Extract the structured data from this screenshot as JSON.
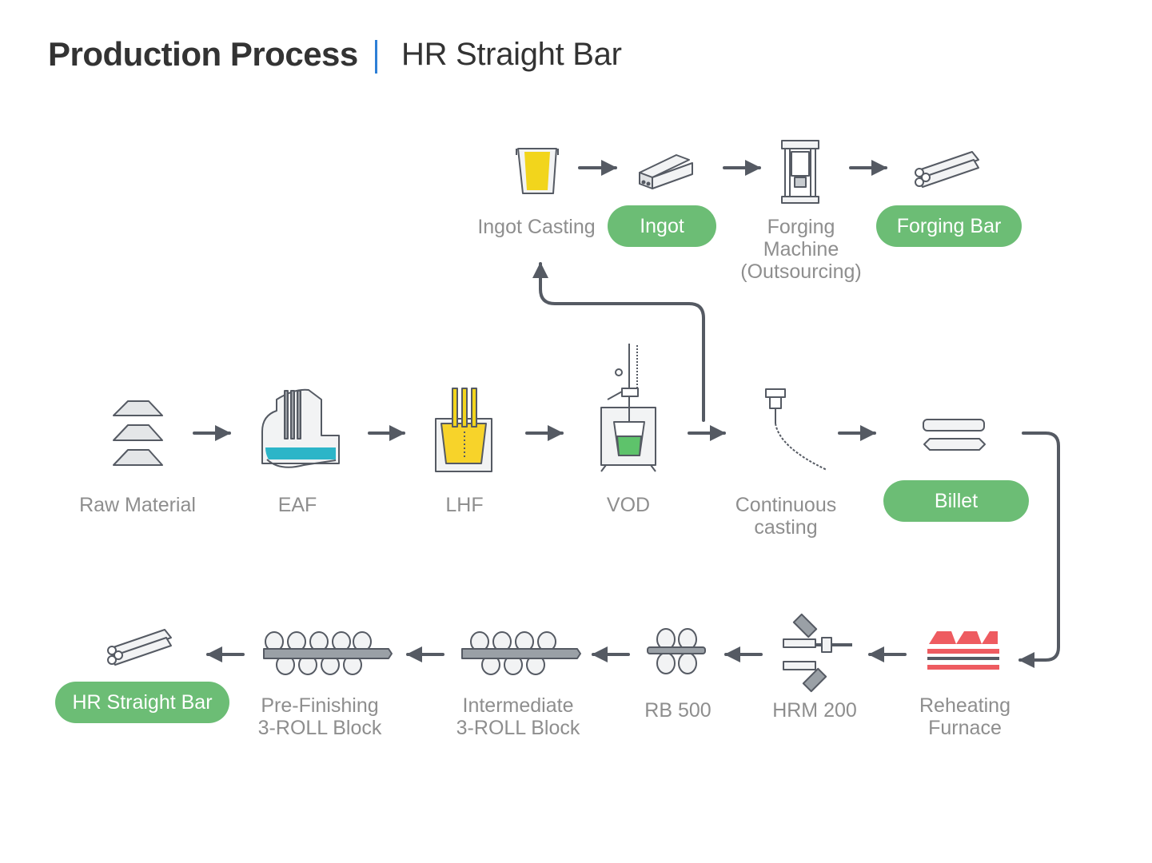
{
  "header": {
    "title": "Production Process",
    "subtitle": "HR Straight Bar"
  },
  "colors": {
    "accent_green": "#6cbd75",
    "divider_blue": "#2e7fd6",
    "arrow_gray": "#555a63",
    "label_gray": "#8e8e8e",
    "molten_yellow": "#f2d51c",
    "steel_blue": "#2cb5c8",
    "furnace_red": "#ee5b60",
    "vod_green": "#5ec36b"
  },
  "steps": {
    "raw_material": {
      "label": "Raw Material",
      "icon": "raw-material-piles-icon"
    },
    "eaf": {
      "label": "EAF",
      "icon": "electric-arc-furnace-icon"
    },
    "lhf": {
      "label": "LHF",
      "icon": "ladle-furnace-icon"
    },
    "vod": {
      "label": "VOD",
      "icon": "vacuum-oxygen-decarburization-icon"
    },
    "continuous_casting": {
      "label_line1": "Continuous",
      "label_line2": "casting",
      "icon": "continuous-caster-icon"
    },
    "billet": {
      "label": "Billet",
      "icon": "billet-bars-icon"
    },
    "ingot_casting": {
      "label": "Ingot Casting",
      "icon": "ingot-mold-icon"
    },
    "ingot": {
      "label": "Ingot",
      "icon": "ingot-blocks-icon"
    },
    "forging_machine": {
      "label_line1": "Forging",
      "label_line2": "Machine",
      "label_line3": "(Outsourcing)",
      "icon": "forging-press-icon"
    },
    "forging_bar": {
      "label": "Forging Bar",
      "icon": "forged-bar-bundle-icon"
    },
    "reheating_furnace": {
      "label_line1": "Reheating",
      "label_line2": "Furnace",
      "icon": "reheating-furnace-icon"
    },
    "hrm_200": {
      "label": "HRM 200",
      "icon": "hot-rolling-mill-icon"
    },
    "rb_500": {
      "label": "RB 500",
      "icon": "roll-block-icon"
    },
    "intermediate": {
      "label_line1": "Intermediate",
      "label_line2": "3-ROLL Block",
      "icon": "intermediate-roll-block-icon"
    },
    "pre_finishing": {
      "label_line1": "Pre-Finishing",
      "label_line2": "3-ROLL Block",
      "icon": "pre-finishing-roll-block-icon"
    },
    "hr_straight_bar": {
      "label": "HR Straight Bar",
      "icon": "straight-bar-bundle-icon"
    }
  }
}
